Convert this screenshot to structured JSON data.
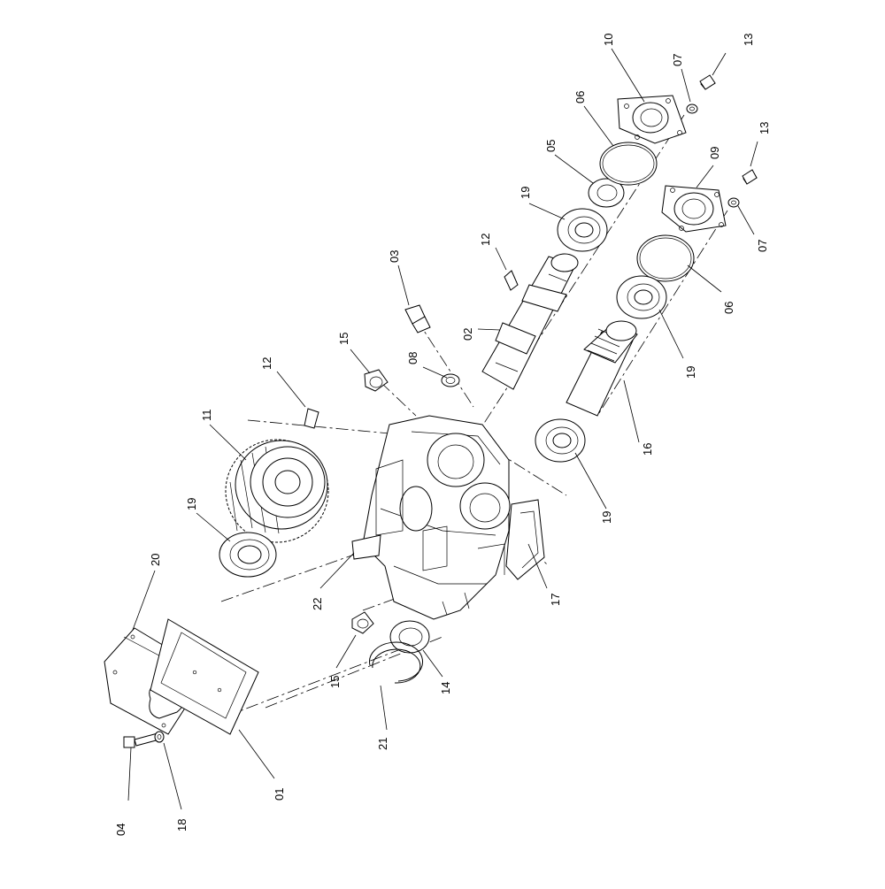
{
  "diagram": {
    "callouts": [
      {
        "id": "c-10",
        "label": "10"
      },
      {
        "id": "c-07a",
        "label": "07"
      },
      {
        "id": "c-13a",
        "label": "13"
      },
      {
        "id": "c-06a",
        "label": "06"
      },
      {
        "id": "c-05",
        "label": "05"
      },
      {
        "id": "c-19a",
        "label": "19"
      },
      {
        "id": "c-12a",
        "label": "12"
      },
      {
        "id": "c-03",
        "label": "03"
      },
      {
        "id": "c-02",
        "label": "02"
      },
      {
        "id": "c-15a",
        "label": "15"
      },
      {
        "id": "c-08",
        "label": "08"
      },
      {
        "id": "c-12b",
        "label": "12"
      },
      {
        "id": "c-11",
        "label": "11"
      },
      {
        "id": "c-19b",
        "label": "19"
      },
      {
        "id": "c-20",
        "label": "20"
      },
      {
        "id": "c-22",
        "label": "22"
      },
      {
        "id": "c-15b",
        "label": "15"
      },
      {
        "id": "c-21",
        "label": "21"
      },
      {
        "id": "c-14",
        "label": "14"
      },
      {
        "id": "c-01",
        "label": "01"
      },
      {
        "id": "c-04",
        "label": "04"
      },
      {
        "id": "c-18",
        "label": "18"
      },
      {
        "id": "c-09",
        "label": "09"
      },
      {
        "id": "c-13b",
        "label": "13"
      },
      {
        "id": "c-07b",
        "label": "07"
      },
      {
        "id": "c-06b",
        "label": "06"
      },
      {
        "id": "c-19c",
        "label": "19"
      },
      {
        "id": "c-16",
        "label": "16"
      },
      {
        "id": "c-19d",
        "label": "19"
      },
      {
        "id": "c-17",
        "label": "17"
      }
    ]
  }
}
